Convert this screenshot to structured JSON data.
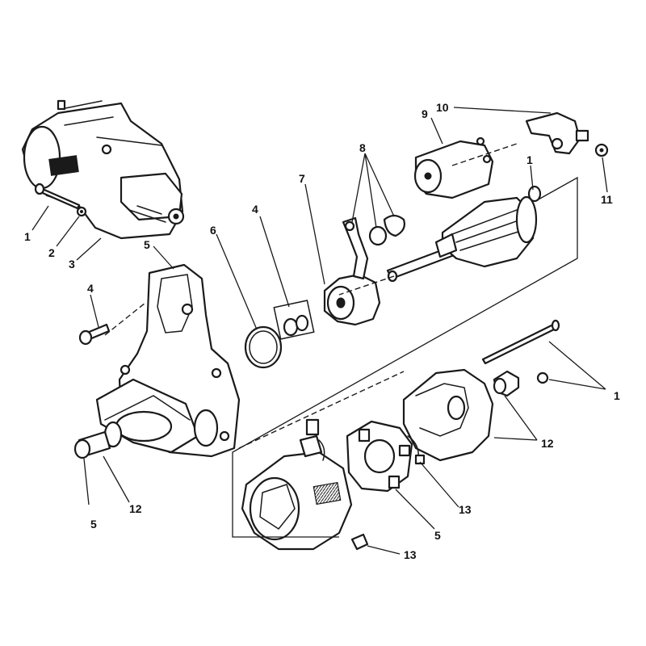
{
  "callouts": [
    {
      "id": "c1a",
      "text": "1"
    },
    {
      "id": "c2",
      "text": "2"
    },
    {
      "id": "c3",
      "text": "3"
    },
    {
      "id": "c4a",
      "text": "4"
    },
    {
      "id": "c5a",
      "text": "5"
    },
    {
      "id": "c6",
      "text": "6"
    },
    {
      "id": "c4b",
      "text": "4"
    },
    {
      "id": "c7",
      "text": "7"
    },
    {
      "id": "c8",
      "text": "8"
    },
    {
      "id": "c9",
      "text": "9"
    },
    {
      "id": "c10",
      "text": "10"
    },
    {
      "id": "c1b",
      "text": "1"
    },
    {
      "id": "c11",
      "text": "11"
    },
    {
      "id": "c1c",
      "text": "1"
    },
    {
      "id": "c12a",
      "text": "12"
    },
    {
      "id": "c5b",
      "text": "5"
    },
    {
      "id": "c12b",
      "text": "12"
    },
    {
      "id": "c13a",
      "text": "13"
    },
    {
      "id": "c5c",
      "text": "5"
    },
    {
      "id": "c13b",
      "text": "13"
    }
  ]
}
